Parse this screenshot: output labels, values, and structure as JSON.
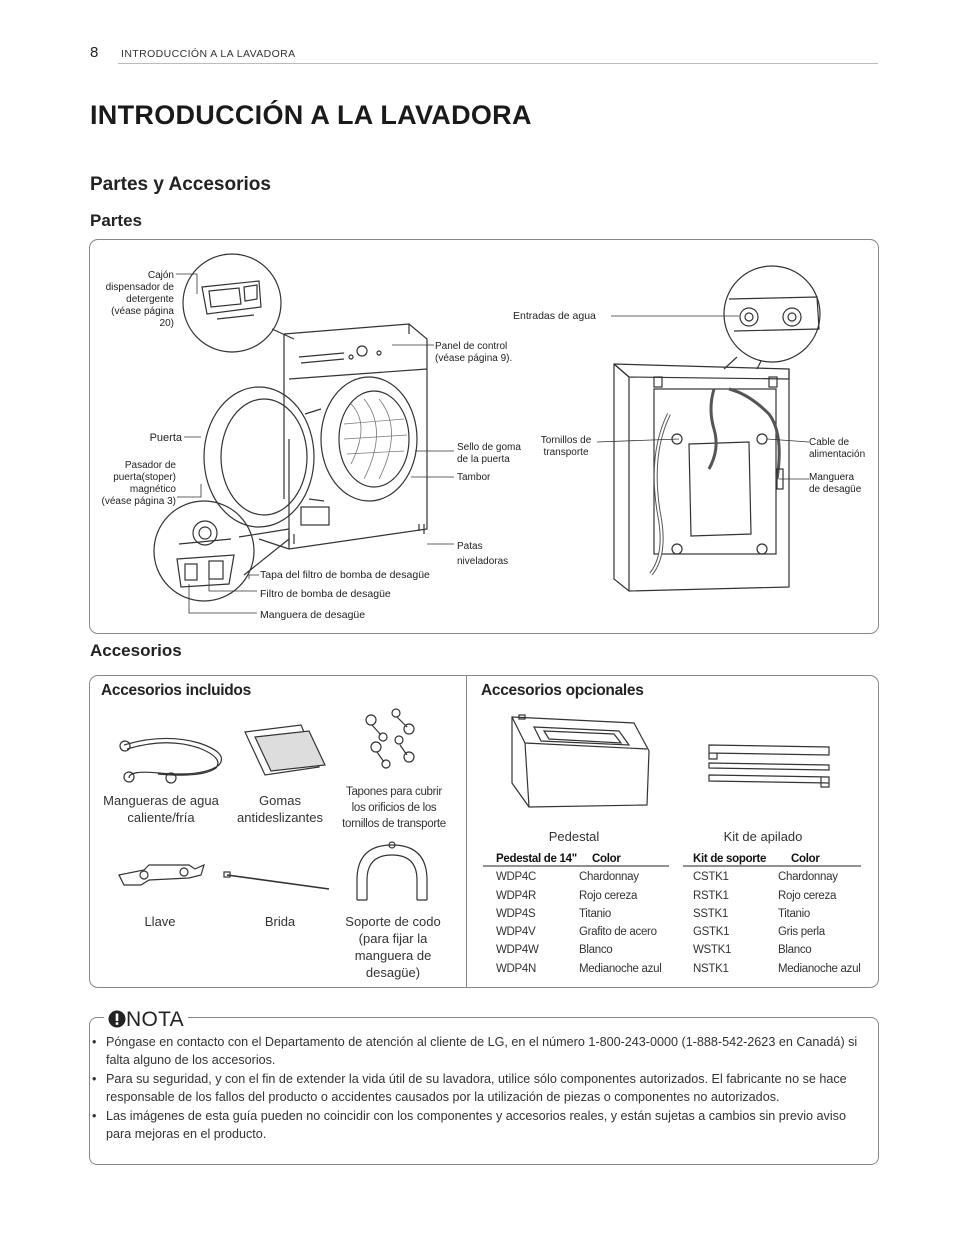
{
  "header": {
    "page_number": "8",
    "section": "INTRODUCCIÓN A LA LAVADORA"
  },
  "title": "INTRODUCCIÓN A LA LAVADORA",
  "subtitle": "Partes y Accesorios",
  "parts": {
    "heading": "Partes",
    "labels": {
      "dispenser": [
        "Cajón",
        "dispensador de",
        "detergente",
        "(véase página",
        "20)"
      ],
      "control_panel": [
        "Panel de control",
        "(véase página 9)."
      ],
      "door": "Puerta",
      "door_magnet": [
        "Pasador de",
        "puerta(stoper)",
        "magnético",
        "(véase página 3)"
      ],
      "gasket": [
        "Sello de goma",
        "de la puerta"
      ],
      "drum": "Tambor",
      "legs": [
        "Patas",
        "niveladoras"
      ],
      "pump_cap": "Tapa del filtro de bomba de desagüe",
      "pump_filter": "Filtro de bomba de desagüe",
      "drain_hose_front": "Manguera de desagüe",
      "water_inlets": "Entradas de agua",
      "bolts": [
        "Tornillos de",
        "transporte"
      ],
      "power_cord": [
        "Cable de",
        "alimentación"
      ],
      "drain_hose_back": [
        "Manguera",
        "de desagüe"
      ]
    }
  },
  "accessories": {
    "heading": "Accesorios",
    "included": {
      "heading": "Accesorios incluidos",
      "items": [
        {
          "label": [
            "Mangueras de agua",
            "caliente/fría"
          ]
        },
        {
          "label": [
            "Gomas",
            "antideslizantes"
          ]
        },
        {
          "label": [
            "Tapones para cubrir",
            "los orificios de los",
            "tornillos de transporte"
          ]
        },
        {
          "label": [
            "Llave"
          ]
        },
        {
          "label": [
            "Brida"
          ]
        },
        {
          "label": [
            "Soporte de codo",
            "(para fijar la",
            "manguera de",
            "desagüe)"
          ]
        }
      ]
    },
    "optional": {
      "heading": "Accesorios opcionales",
      "pedestal": {
        "label": "Pedestal",
        "col1": "Pedestal de 14\"",
        "col2": "Color",
        "rows": [
          [
            "WDP4C",
            "Chardonnay"
          ],
          [
            "WDP4R",
            "Rojo cereza"
          ],
          [
            "WDP4S",
            "Titanio"
          ],
          [
            "WDP4V",
            "Grafito de acero"
          ],
          [
            "WDP4W",
            "Blanco"
          ],
          [
            "WDP4N",
            "Medianoche azul"
          ]
        ]
      },
      "stacking": {
        "label": "Kit de apilado",
        "col1": "Kit de soporte",
        "col2": "Color",
        "rows": [
          [
            "CSTK1",
            "Chardonnay"
          ],
          [
            "RSTK1",
            "Rojo cereza"
          ],
          [
            "SSTK1",
            "Titanio"
          ],
          [
            "GSTK1",
            "Gris perla"
          ],
          [
            "WSTK1",
            "Blanco"
          ],
          [
            "NSTK1",
            "Medianoche azul"
          ]
        ]
      }
    }
  },
  "note": {
    "heading": "NOTA",
    "items": [
      "Póngase en contacto con el Departamento de atención al cliente de LG, en el número 1-800-243-0000 (1-888-542-2623 en Canadá) si falta alguno de los accesorios.",
      "Para su seguridad, y con el fin de extender la vida útil de su lavadora, utilice sólo componentes autorizados. El fabricante no se hace responsable de los fallos del producto o accidentes causados por la utilización de piezas o componentes no autorizados.",
      "Las imágenes de esta guía pueden no coincidir con los componentes y accesorios reales, y están sujetas a cambios sin previo aviso para mejoras en el producto."
    ]
  }
}
